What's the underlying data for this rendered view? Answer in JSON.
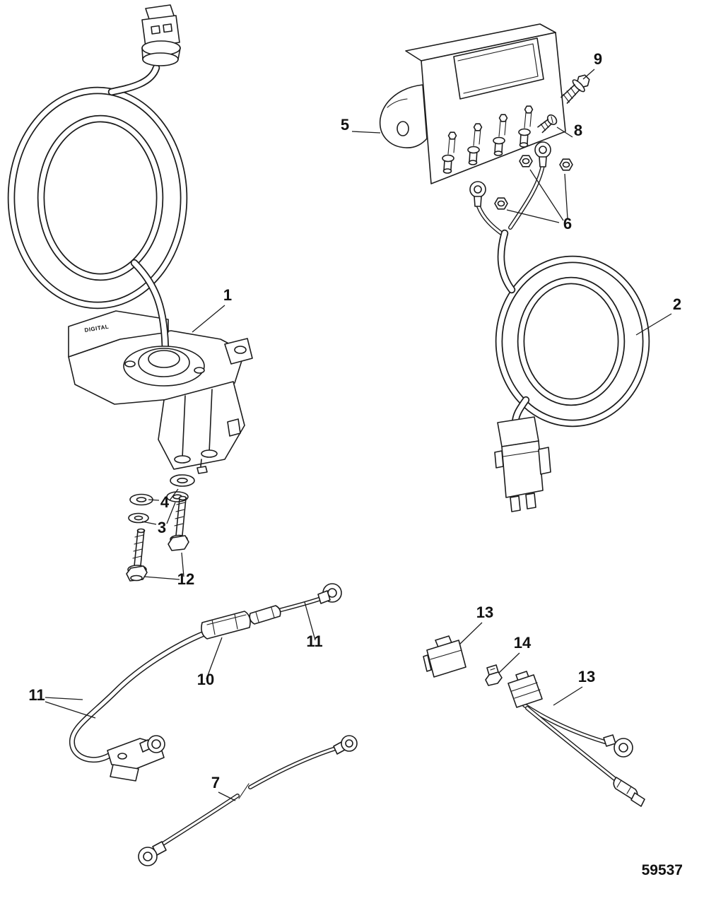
{
  "diagram": {
    "number": "59537",
    "part1_marking": "DIGITAL"
  },
  "callouts": {
    "c1": "1",
    "c2": "2",
    "c3": "3",
    "c4": "4",
    "c5": "5",
    "c6": "6",
    "c7": "7",
    "c8": "8",
    "c9": "9",
    "c10": "10",
    "c11a": "11",
    "c11b": "11",
    "c12": "12",
    "c13a": "13",
    "c13b": "13",
    "c14": "14"
  }
}
